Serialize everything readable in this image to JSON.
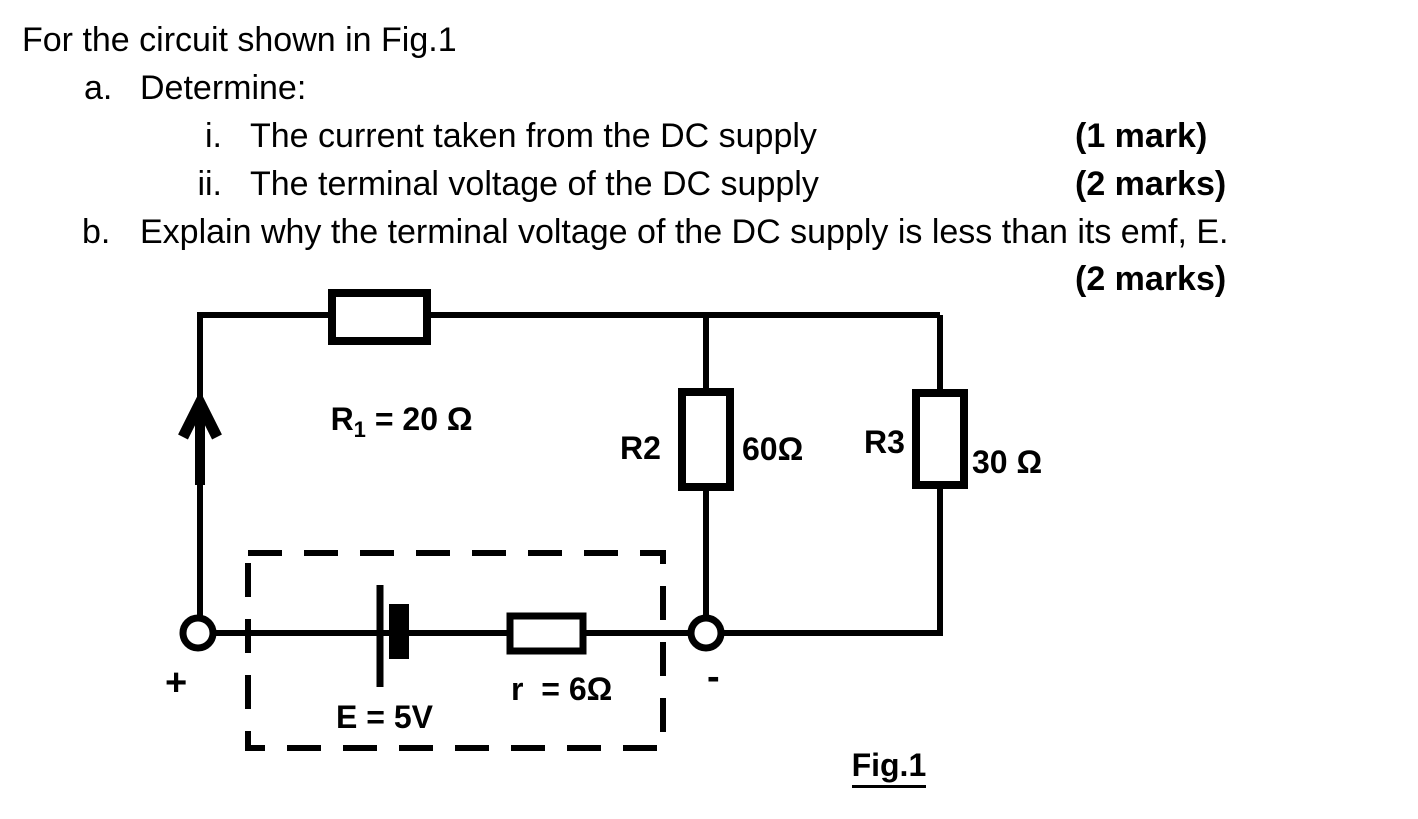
{
  "problem": {
    "intro": "For the circuit shown in Fig.1",
    "part_a": {
      "marker": "a.",
      "text": "Determine:"
    },
    "item_i": {
      "marker": "i.",
      "text": "The current taken from the DC supply",
      "marks": "(1 mark)"
    },
    "item_ii": {
      "marker": "ii.",
      "text": "The terminal voltage of the DC supply",
      "marks": "(2 marks)"
    },
    "part_b": {
      "marker": "b.",
      "text": "Explain why the terminal voltage of the DC supply is less than its emf, E.",
      "marks": "(2 marks)"
    }
  },
  "circuit": {
    "r1": {
      "name": "R",
      "subscript": "1",
      "value": " = 20 Ω"
    },
    "r2": {
      "name": "R2",
      "value": "60Ω"
    },
    "r3": {
      "name": "R3",
      "value": "30 Ω"
    },
    "battery": {
      "emf": "E = 5V",
      "internal_resistance": "r  = 6Ω"
    },
    "terminals": {
      "positive": "+",
      "negative": "-"
    },
    "figure_caption": "Fig.1"
  },
  "colors": {
    "ink": "#000000",
    "background": "#ffffff"
  }
}
